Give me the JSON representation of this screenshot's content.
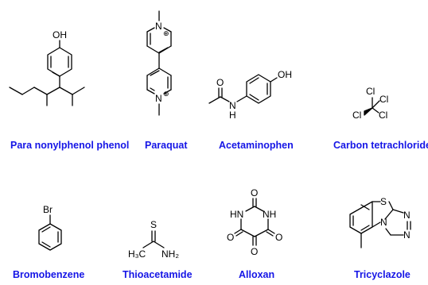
{
  "label_color": "#1515e6",
  "compounds": [
    {
      "name": "Para nonylphenol phenol",
      "atoms": [
        "OH"
      ]
    },
    {
      "name": "Paraquat",
      "atoms": [
        "N",
        "N",
        "⊕",
        "⊕"
      ]
    },
    {
      "name": "Acetaminophen",
      "atoms": [
        "O",
        "N",
        "H",
        "OH"
      ]
    },
    {
      "name": "Carbon tetrachloride",
      "atoms": [
        "Cl",
        "Cl",
        "Cl",
        "Cl"
      ]
    },
    {
      "name": "Bromobenzene",
      "atoms": [
        "Br"
      ]
    },
    {
      "name": "Thioacetamide",
      "atoms": [
        "S",
        "H₃C",
        "NH₂"
      ]
    },
    {
      "name": "Alloxan",
      "atoms": [
        "O",
        "HN",
        "NH",
        "O",
        "O",
        "O"
      ]
    },
    {
      "name": "Tricyclazole",
      "atoms": [
        "S",
        "N",
        "N",
        "N"
      ]
    }
  ]
}
